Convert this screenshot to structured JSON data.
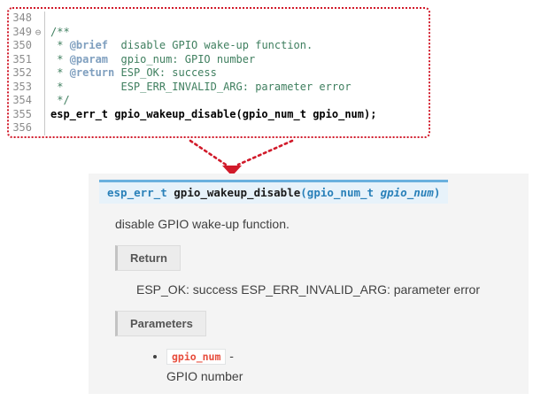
{
  "editor": {
    "fold_glyph": "⊖",
    "lines": [
      {
        "num": "348",
        "fold": false,
        "segments": []
      },
      {
        "num": "349",
        "fold": true,
        "segments": [
          {
            "text": "/**",
            "style": "comment"
          }
        ]
      },
      {
        "num": "350",
        "fold": false,
        "segments": [
          {
            "text": " * ",
            "style": "comment"
          },
          {
            "text": "@brief",
            "style": "tag"
          },
          {
            "text": "  disable GPIO wake-up function.",
            "style": "comment"
          }
        ]
      },
      {
        "num": "351",
        "fold": false,
        "segments": [
          {
            "text": " * ",
            "style": "comment"
          },
          {
            "text": "@param",
            "style": "tag"
          },
          {
            "text": "  gpio_num: GPIO number",
            "style": "comment"
          }
        ]
      },
      {
        "num": "352",
        "fold": false,
        "segments": [
          {
            "text": " * ",
            "style": "comment"
          },
          {
            "text": "@return",
            "style": "tag"
          },
          {
            "text": " ESP_OK: success",
            "style": "comment"
          }
        ]
      },
      {
        "num": "353",
        "fold": false,
        "segments": [
          {
            "text": " *         ESP_ERR_INVALID_ARG: parameter error",
            "style": "comment"
          }
        ]
      },
      {
        "num": "354",
        "fold": false,
        "segments": [
          {
            "text": " */",
            "style": "comment"
          }
        ]
      },
      {
        "num": "355",
        "fold": false,
        "segments": [
          {
            "text": "esp_err_t gpio_wakeup_disable(gpio_num_t gpio_num);",
            "style": "code-bold"
          }
        ]
      },
      {
        "num": "356",
        "fold": false,
        "segments": []
      }
    ]
  },
  "docs": {
    "signature": {
      "return_type": "esp_err_t ",
      "name": "gpio_wakeup_disable",
      "open_paren": "(",
      "param_type": "gpio_num_t ",
      "param_name": "gpio_num",
      "close_paren": ")"
    },
    "description": "disable GPIO wake-up function.",
    "return_section": {
      "label": "Return",
      "text": "ESP_OK: success ESP_ERR_INVALID_ARG: parameter error"
    },
    "parameters_section": {
      "label": "Parameters",
      "items": [
        {
          "name": "gpio_num",
          "separator": " - ",
          "description": "GPIO number"
        }
      ]
    }
  },
  "colors": {
    "accent_red": "#d11a2a",
    "comment_green": "#3f7f5f",
    "doxygen_tag": "#7f9fbf",
    "line_number_gray": "#8c8c8c",
    "signature_bg": "#e7f2fa",
    "signature_border": "#6ab0de",
    "signature_blue": "#2980b9",
    "inline_code_red": "#e74c3c",
    "panel_bg": "#f4f4f4",
    "field_header_bg": "#ececec",
    "body_text": "#404040"
  }
}
